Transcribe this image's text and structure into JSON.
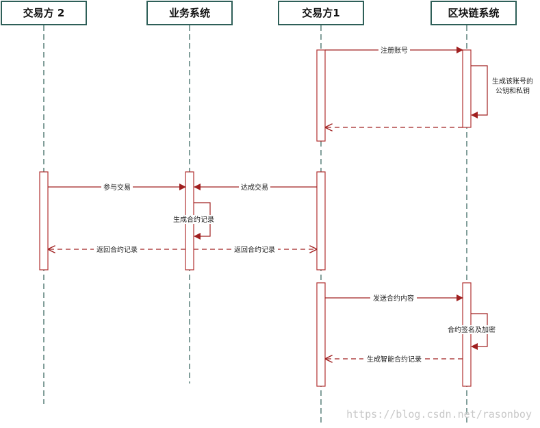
{
  "actors": {
    "party2": "交易方 2",
    "business": "业务系统",
    "party1": "交易方1",
    "blockchain": "区块链系统"
  },
  "messages": {
    "register": "注册账号",
    "gen_keys_line1": "生成该账号的",
    "gen_keys_line2": "公钥和私钥",
    "join_trade": "参与交易",
    "make_deal": "达成交易",
    "gen_contract": "生成合约记录",
    "return_contract_left": "返回合约记录",
    "return_contract_right": "返回合约记录",
    "send_contract": "发送合约内容",
    "sign_encrypt": "合约签名及加密",
    "gen_smart_contract": "生成智能合约记录"
  },
  "watermark": "https://blog.csdn.net/rasonboy",
  "colors": {
    "actor_border": "#2e5f58",
    "message": "#a02020"
  }
}
